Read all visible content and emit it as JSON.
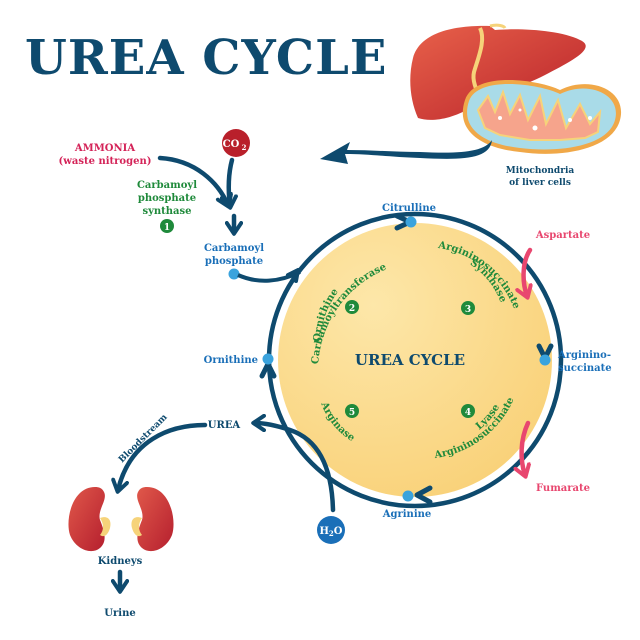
{
  "title": "UREA CYCLE",
  "center_label": "UREA CYCLE",
  "inputs": {
    "ammonia": "AMMONIA",
    "ammonia_sub": "(waste nitrogen)",
    "co2": "CO",
    "co2_sub": "2",
    "h2o_h": "H",
    "h2o_sub": "2",
    "h2o_o": "O"
  },
  "enzymes": [
    {
      "number": "1",
      "lines": [
        "Carbamoyl",
        "phosphate",
        "synthase"
      ]
    },
    {
      "number": "2",
      "lines": [
        "Ornithine",
        "Carbamoyltransferase"
      ]
    },
    {
      "number": "3",
      "lines": [
        "Argininosuccinate",
        "Synthase"
      ]
    },
    {
      "number": "4",
      "lines": [
        "Argininosuccinate",
        "Lyase"
      ]
    },
    {
      "number": "5",
      "lines": [
        "Arginase"
      ]
    }
  ],
  "metabolites": {
    "carbamoyl_phosphate": [
      "Carbamoyl",
      "phosphate"
    ],
    "citrulline": "Citrulline",
    "argininosuccinate": [
      "Arginino-",
      "succinate"
    ],
    "arginine": "Agrinine",
    "ornithine": "Ornithine",
    "urea": "UREA"
  },
  "side_products": {
    "aspartate": "Aspartate",
    "fumarate": "Fumarate"
  },
  "excretion": {
    "bloodstream": "Bloodstream",
    "kidneys": "Kidneys",
    "urine": "Urine"
  },
  "organ_label": [
    "Mitochondria",
    "of liver cells"
  ],
  "colors": {
    "navy": "#0e4a6e",
    "enzyme_green": "#1f8a3b",
    "metabolite_blue": "#1a6fb8",
    "pink": "#e8476f",
    "ammonia_red": "#d42358",
    "co2_red": "#b9202b",
    "cycle_fill": "#fbd98a",
    "node_light_blue": "#3aa3dd"
  }
}
